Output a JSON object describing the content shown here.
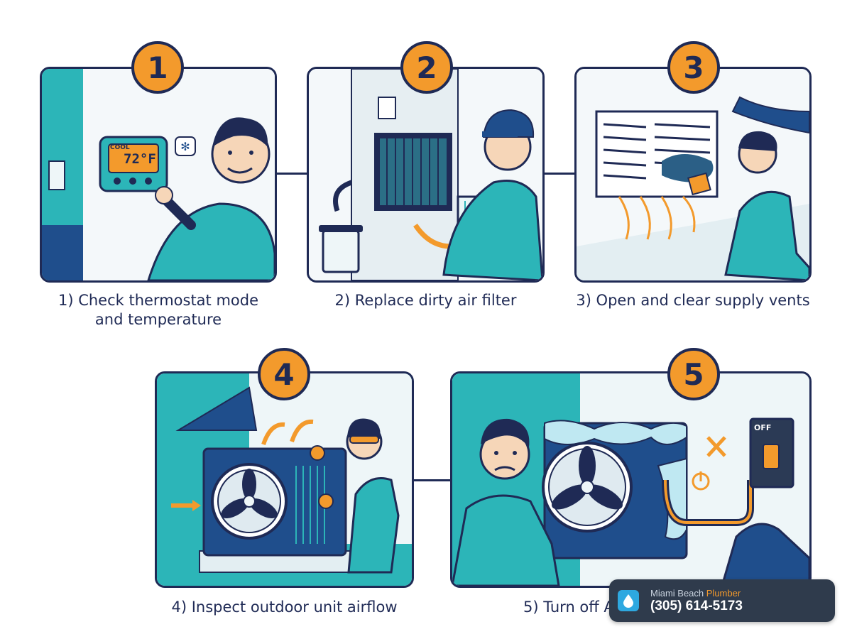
{
  "steps": [
    {
      "number": "1",
      "caption_line1": "1) Check thermostat mode",
      "caption_line2": "and temperature"
    },
    {
      "number": "2",
      "caption_line1": "2) Replace dirty air filter",
      "caption_line2": ""
    },
    {
      "number": "3",
      "caption_line1": "3) Open and clear supply vents",
      "caption_line2": ""
    },
    {
      "number": "4",
      "caption_line1": "4) Inspect outdoor unit airflow",
      "caption_line2": ""
    },
    {
      "number": "5",
      "caption_line1": "5) Turn off A",
      "caption_line2": ""
    }
  ],
  "thermostat": {
    "mode": "COOL",
    "temperature": "72°F"
  },
  "switch": {
    "label": "OFF"
  },
  "overlay": {
    "brand": "Miami Beach",
    "brand_accent": "Plumber",
    "phone": "(305) 614-5173"
  },
  "colors": {
    "navy": "#1f2a55",
    "teal": "#2cb5b8",
    "orange": "#f39a2c",
    "light": "#eef6f8"
  }
}
